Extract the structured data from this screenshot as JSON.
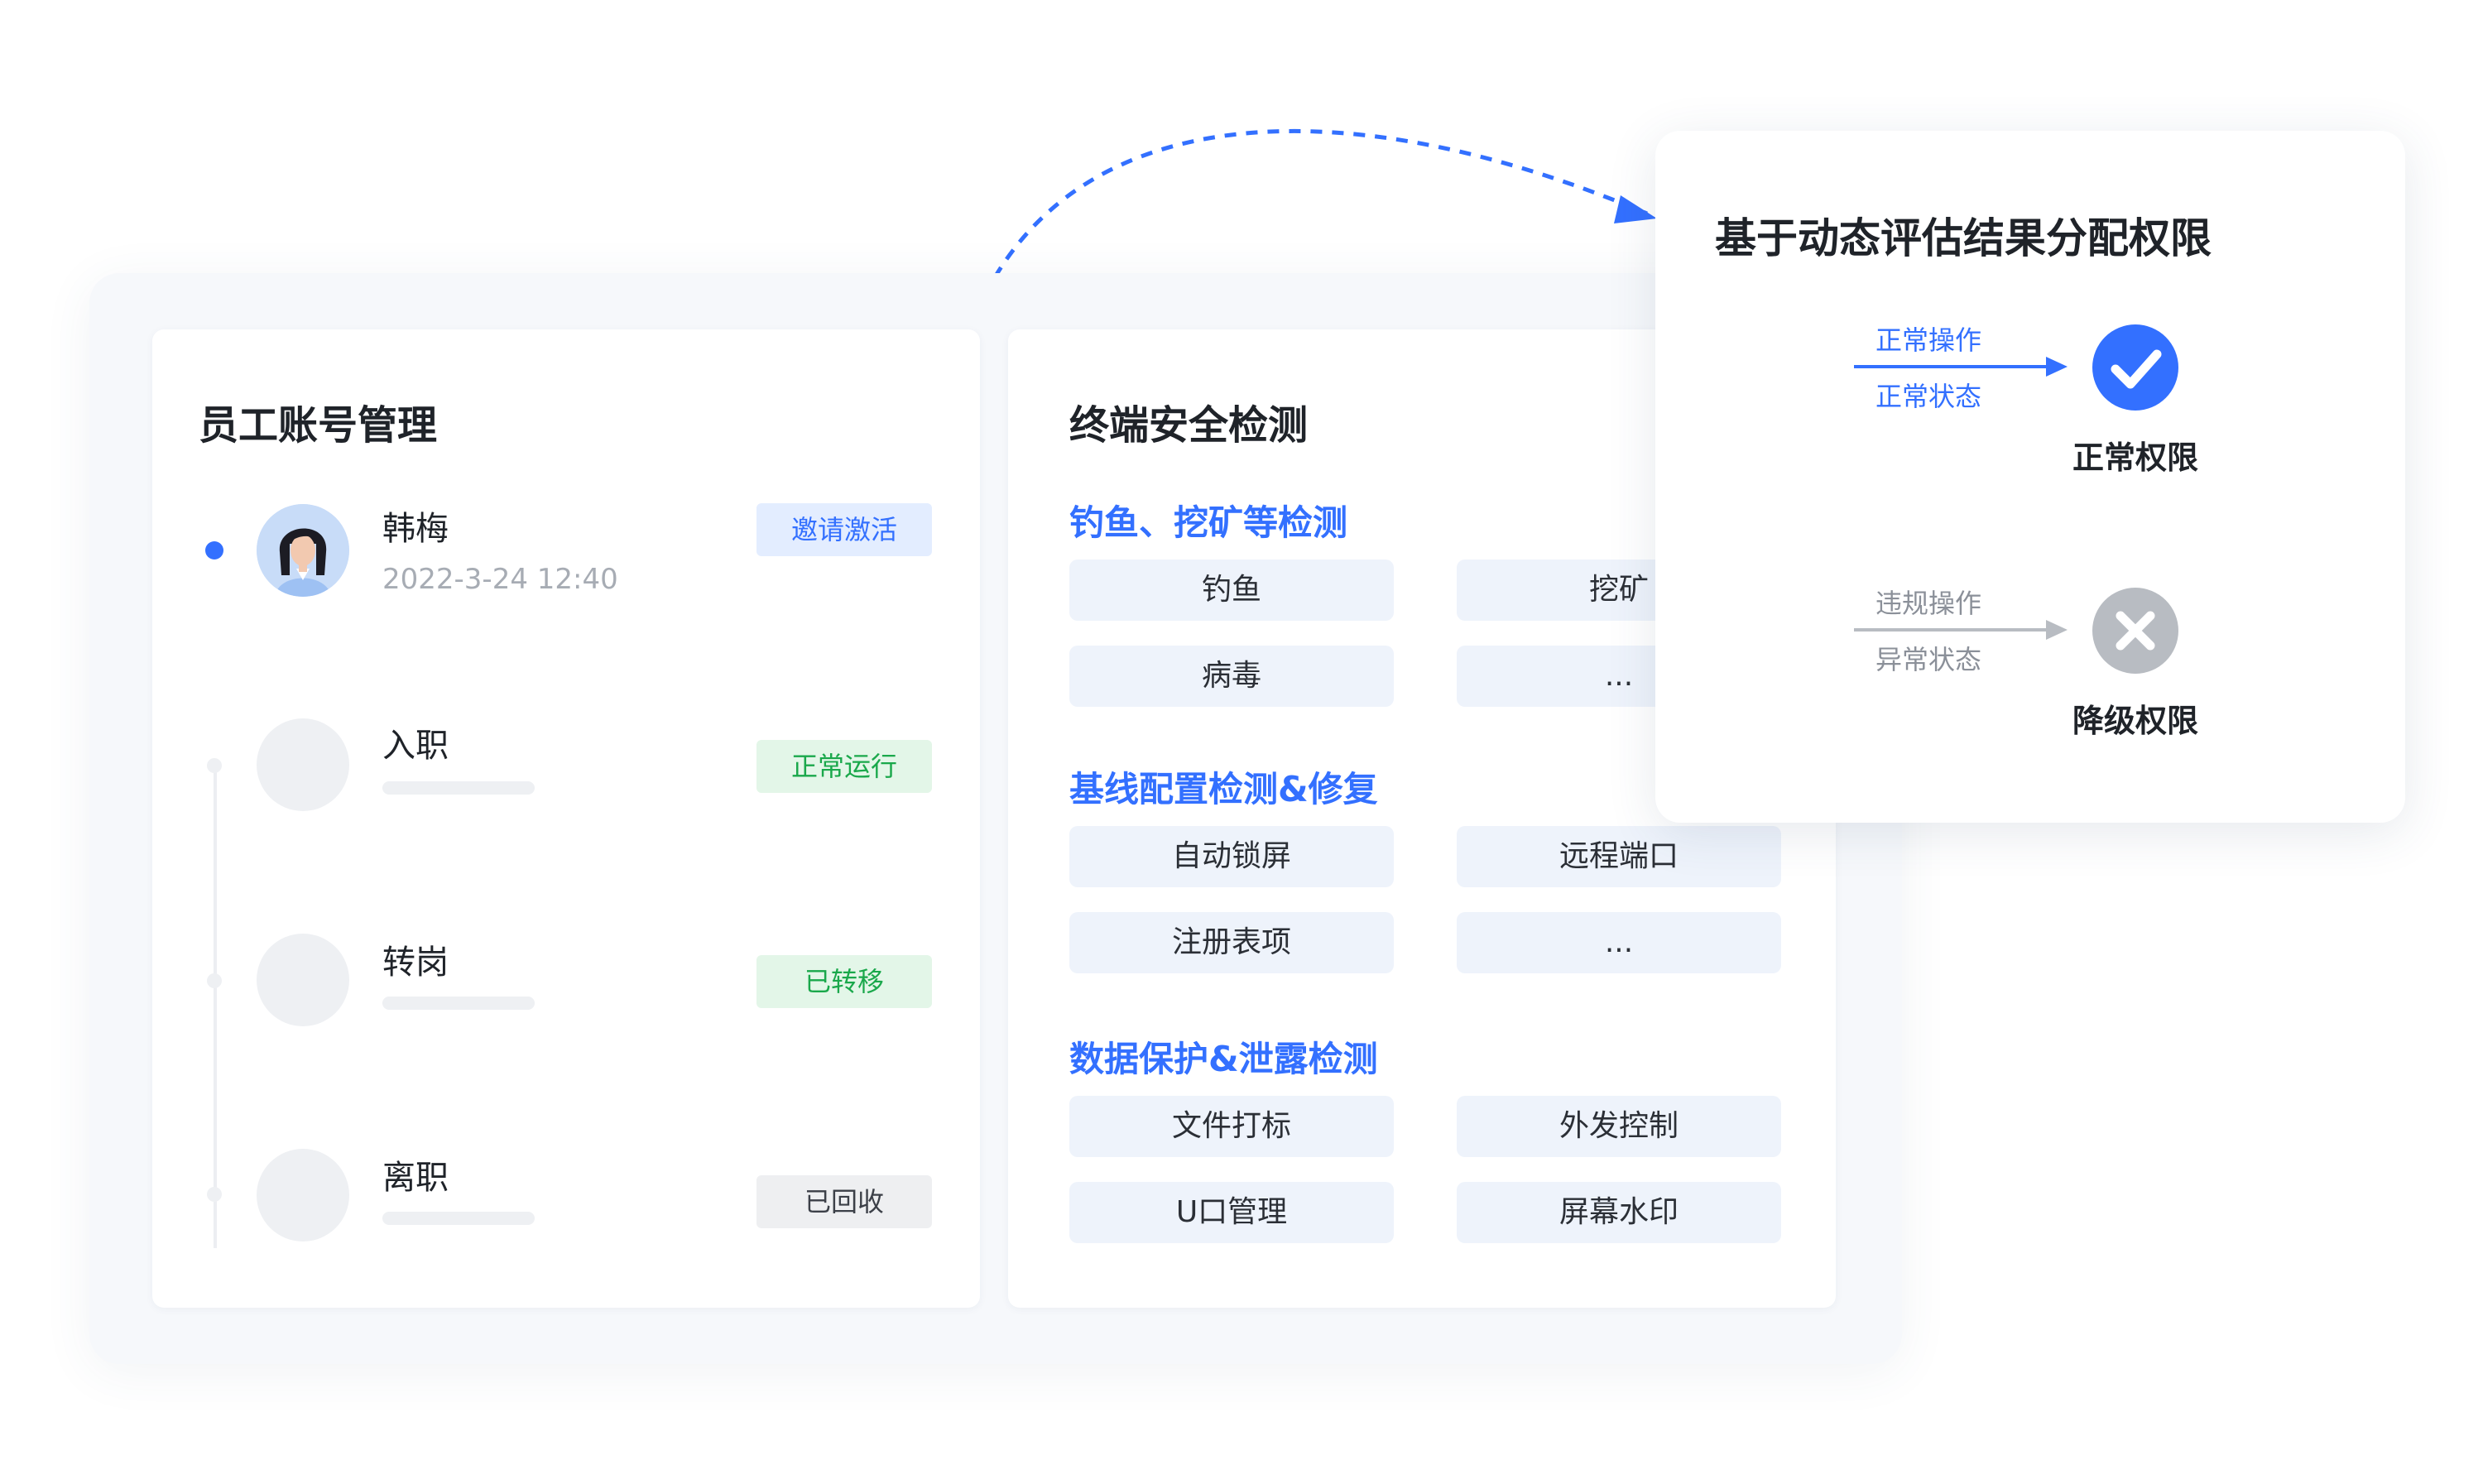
{
  "employee_panel": {
    "title": "员工账号管理",
    "items": [
      {
        "name": "韩梅",
        "time": "2022-3-24 12:40",
        "badge": "邀请激活",
        "badge_style": "blue"
      },
      {
        "name": "入职",
        "badge": "正常运行",
        "badge_style": "green"
      },
      {
        "name": "转岗",
        "badge": "已转移",
        "badge_style": "green"
      },
      {
        "name": "离职",
        "badge": "已回收",
        "badge_style": "gray"
      }
    ]
  },
  "endpoint_panel": {
    "title": "终端安全检测",
    "sections": [
      {
        "title": "钓鱼、挖矿等检测",
        "chips": [
          "钓鱼",
          "挖矿",
          "病毒",
          "..."
        ]
      },
      {
        "title": "基线配置检测&修复",
        "chips": [
          "自动锁屏",
          "远程端口",
          "注册表项",
          "..."
        ]
      },
      {
        "title": "数据保护&泄露检测",
        "chips": [
          "文件打标",
          "外发控制",
          "U口管理",
          "屏幕水印"
        ]
      }
    ]
  },
  "permission_card": {
    "title": "基于动态评估结果分配权限",
    "normal": {
      "op": "正常操作",
      "state": "正常状态",
      "result": "正常权限"
    },
    "violation": {
      "op": "违规操作",
      "state": "异常状态",
      "result": "降级权限"
    }
  },
  "colors": {
    "accent": "#3370ff",
    "success": "#1aa84b",
    "muted": "#a7acb4",
    "chip_bg": "#eef3fb",
    "danger_icon": "#b8bcc2"
  },
  "icons": [
    "avatar-woman-icon",
    "check-circle-icon",
    "x-circle-icon",
    "arrow-right-icon",
    "dashed-curve-arrow-icon"
  ]
}
